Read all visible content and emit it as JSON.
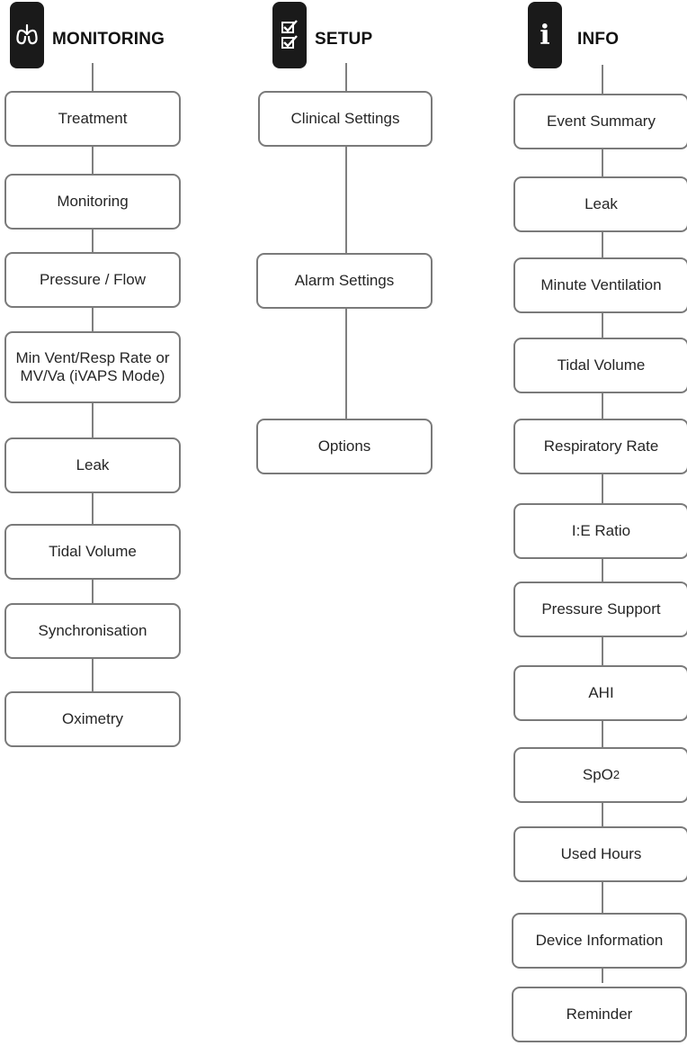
{
  "monitoring": {
    "title": "MONITORING",
    "icon": "lungs-icon",
    "items": [
      "Treatment",
      "Monitoring",
      "Pressure / Flow",
      "Min Vent/Resp Rate or MV/Va (iVAPS Mode)",
      "Leak",
      "Tidal Volume",
      "Synchronisation",
      "Oximetry"
    ]
  },
  "setup": {
    "title": "SETUP",
    "icon": "checklist-icon",
    "items": [
      "Clinical Settings",
      "Alarm Settings",
      "Options"
    ]
  },
  "info": {
    "title": "INFO",
    "icon": "info-icon",
    "items": [
      "Event Summary",
      "Leak",
      "Minute Ventilation",
      "Tidal Volume",
      "Respiratory Rate",
      "I:E Ratio",
      "Pressure Support",
      "AHI",
      "SpO",
      "Used Hours",
      "Device Information",
      "Reminder"
    ],
    "spo2_subscript": "2"
  }
}
